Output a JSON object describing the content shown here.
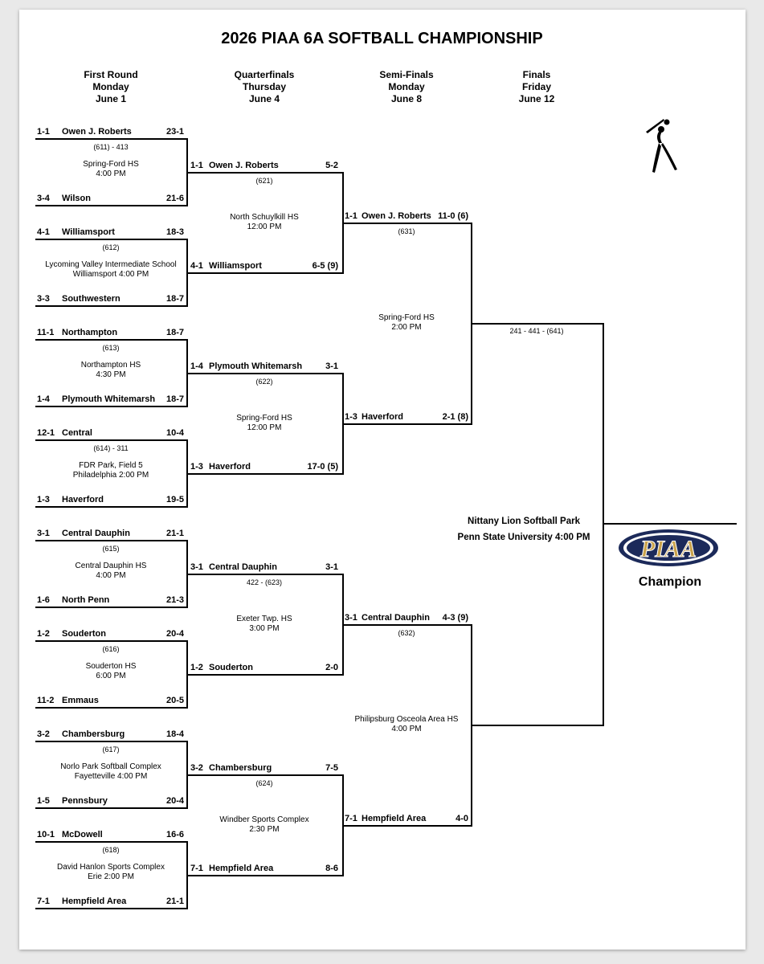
{
  "title": "2026 PIAA 6A SOFTBALL CHAMPIONSHIP",
  "rounds": [
    {
      "name": "First Round",
      "day": "Monday",
      "date": "June 1"
    },
    {
      "name": "Quarterfinals",
      "day": "Thursday",
      "date": "June 4"
    },
    {
      "name": "Semi-Finals",
      "day": "Monday",
      "date": "June 8"
    },
    {
      "name": "Finals",
      "day": "Friday",
      "date": "June 12"
    }
  ],
  "first_round": [
    {
      "top": {
        "seed": "1-1",
        "name": "Owen J. Roberts",
        "score": "23-1"
      },
      "bottom": {
        "seed": "3-4",
        "name": "Wilson",
        "score": "21-6"
      },
      "game": "(611) - 413",
      "venue": [
        "Spring-Ford HS",
        "4:00 PM"
      ]
    },
    {
      "top": {
        "seed": "4-1",
        "name": "Williamsport",
        "score": "18-3"
      },
      "bottom": {
        "seed": "3-3",
        "name": "Southwestern",
        "score": "18-7"
      },
      "game": "(612)",
      "venue": [
        "Lycoming Valley Intermediate School",
        "Williamsport 4:00 PM"
      ]
    },
    {
      "top": {
        "seed": "11-1",
        "name": "Northampton",
        "score": "18-7"
      },
      "bottom": {
        "seed": "1-4",
        "name": "Plymouth Whitemarsh",
        "score": "18-7"
      },
      "game": "(613)",
      "venue": [
        "Northampton HS",
        "4:30 PM"
      ]
    },
    {
      "top": {
        "seed": "12-1",
        "name": "Central",
        "score": "10-4"
      },
      "bottom": {
        "seed": "1-3",
        "name": "Haverford",
        "score": "19-5"
      },
      "game": "(614) - 311",
      "venue": [
        "FDR Park, Field 5",
        "Philadelphia 2:00 PM"
      ]
    },
    {
      "top": {
        "seed": "3-1",
        "name": "Central Dauphin",
        "score": "21-1"
      },
      "bottom": {
        "seed": "1-6",
        "name": "North Penn",
        "score": "21-3"
      },
      "game": "(615)",
      "venue": [
        "Central Dauphin HS",
        "4:00 PM"
      ]
    },
    {
      "top": {
        "seed": "1-2",
        "name": "Souderton",
        "score": "20-4"
      },
      "bottom": {
        "seed": "11-2",
        "name": "Emmaus",
        "score": "20-5"
      },
      "game": "(616)",
      "venue": [
        "Souderton HS",
        "6:00 PM"
      ]
    },
    {
      "top": {
        "seed": "3-2",
        "name": "Chambersburg",
        "score": "18-4"
      },
      "bottom": {
        "seed": "1-5",
        "name": "Pennsbury",
        "score": "20-4"
      },
      "game": "(617)",
      "venue": [
        "Norlo Park Softball Complex",
        "Fayetteville 4:00 PM"
      ]
    },
    {
      "top": {
        "seed": "10-1",
        "name": "McDowell",
        "score": "16-6"
      },
      "bottom": {
        "seed": "7-1",
        "name": "Hempfield Area",
        "score": "21-1"
      },
      "game": "(618)",
      "venue": [
        "David Hanlon Sports Complex",
        "Erie 2:00 PM"
      ]
    }
  ],
  "quarterfinals": [
    {
      "top": {
        "seed": "1-1",
        "name": "Owen J. Roberts",
        "score": "5-2"
      },
      "bottom": {
        "seed": "4-1",
        "name": "Williamsport",
        "score": "6-5 (9)"
      },
      "game": "(621)",
      "venue": [
        "North Schuylkill HS",
        "12:00 PM"
      ]
    },
    {
      "top": {
        "seed": "1-4",
        "name": "Plymouth Whitemarsh",
        "score": "3-1"
      },
      "bottom": {
        "seed": "1-3",
        "name": "Haverford",
        "score": "17-0 (5)"
      },
      "game": "(622)",
      "venue": [
        "Spring-Ford HS",
        "12:00 PM"
      ]
    },
    {
      "top": {
        "seed": "3-1",
        "name": "Central Dauphin",
        "score": "3-1"
      },
      "bottom": {
        "seed": "1-2",
        "name": "Souderton",
        "score": "2-0"
      },
      "game": "422 - (623)",
      "venue": [
        "Exeter Twp. HS",
        "3:00 PM"
      ]
    },
    {
      "top": {
        "seed": "3-2",
        "name": "Chambersburg",
        "score": "7-5"
      },
      "bottom": {
        "seed": "7-1",
        "name": "Hempfield Area",
        "score": "8-6"
      },
      "game": "(624)",
      "venue": [
        "Windber Sports Complex",
        "2:30 PM"
      ]
    }
  ],
  "semifinals": [
    {
      "top": {
        "seed": "1-1",
        "name": "Owen J. Roberts",
        "score": "11-0 (6)"
      },
      "bottom": {
        "seed": "1-3",
        "name": "Haverford",
        "score": "2-1 (8)"
      },
      "game": "(631)",
      "venue": [
        "Spring-Ford HS",
        "2:00 PM"
      ]
    },
    {
      "top": {
        "seed": "3-1",
        "name": "Central Dauphin",
        "score": "4-3 (9)"
      },
      "bottom": {
        "seed": "7-1",
        "name": "Hempfield Area",
        "score": "4-0"
      },
      "game": "(632)",
      "venue": [
        "Philipsburg Osceola Area HS",
        "4:00 PM"
      ]
    }
  ],
  "finals": {
    "game": "241 - 441 - (641)",
    "venue": [
      "Nittany Lion Softball Park",
      "Penn State University 4:00 PM"
    ]
  },
  "champion_label": "Champion",
  "logo_text": "PIAA",
  "icons": {
    "logo": "piaa-logo",
    "player": "softball-player-icon"
  },
  "colors": {
    "logo_navy": "#1c2a5a",
    "logo_gold": "#c9a24a"
  }
}
